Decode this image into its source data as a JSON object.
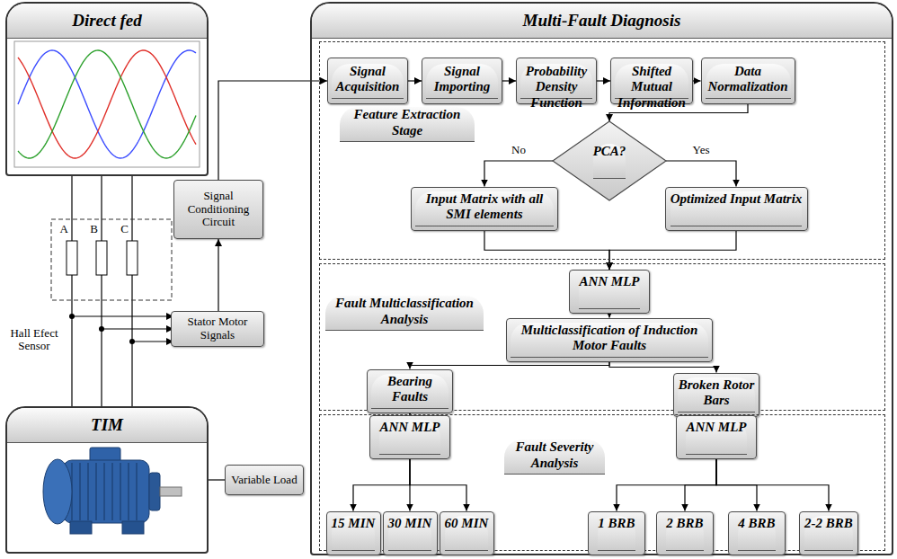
{
  "diagram": {
    "nodes": [
      {
        "text": [
          "Direct fed"
        ]
      },
      {
        "text": [
          "Signal Conditioning Circuit"
        ]
      },
      {
        "text": [
          "Stator Motor Signals"
        ]
      },
      {
        "text": [
          "TIM"
        ]
      },
      {
        "text": [
          "Variable Load"
        ]
      },
      {
        "text": [
          "Multi-Fault Diagnosis"
        ]
      },
      {
        "text": [
          "Feature Extraction Stage"
        ],
        "in": 5
      },
      {
        "text": [
          "Signal Acquisition"
        ],
        "in": 6
      },
      {
        "text": [
          "Signal Importing"
        ],
        "in": 6
      },
      {
        "text": [
          "Probability Density Function"
        ],
        "in": 6
      },
      {
        "text": [
          "Shifted Mutual Information"
        ],
        "in": 6
      },
      {
        "text": [
          "Data Normalization"
        ],
        "in": 6
      },
      {
        "text": [
          "PCA?"
        ],
        "in": 6
      },
      {
        "text": [
          "Input Matrix with all SMI elements"
        ],
        "in": 6
      },
      {
        "text": [
          "Optimized Input Matrix"
        ],
        "in": 6
      },
      {
        "text": [
          "Fault Multiclassification Analysis"
        ],
        "in": 5
      },
      {
        "text": [
          "ANN MLP"
        ],
        "in": 15
      },
      {
        "text": [
          "Multiclassification of Induction Motor Faults"
        ],
        "in": 15
      },
      {
        "text": [
          "Bearing Faults"
        ],
        "in": 15
      },
      {
        "text": [
          "Broken Rotor Bars"
        ],
        "in": 15
      },
      {
        "text": [
          "Fault Severity Analysis"
        ],
        "in": 5
      },
      {
        "text": [
          "ANN MLP"
        ],
        "in": 20
      },
      {
        "text": [
          "ANN MLP"
        ],
        "in": 20
      },
      {
        "text": [
          "15 MIN"
        ],
        "in": 20
      },
      {
        "text": [
          "30 MIN"
        ],
        "in": 20
      },
      {
        "text": [
          "60 MIN"
        ],
        "in": 20
      },
      {
        "text": [
          "1 BRB"
        ],
        "in": 20
      },
      {
        "text": [
          "2 BRB"
        ],
        "in": 20
      },
      {
        "text": [
          "4 BRB"
        ],
        "in": 20
      },
      {
        "text": [
          "2-2 BRB"
        ],
        "in": 20
      }
    ],
    "edges": [
      {
        "from": 0,
        "to": 3,
        "arrow": "none"
      },
      {
        "from": 0,
        "to": 3,
        "arrow": "none"
      },
      {
        "from": 0,
        "to": 3,
        "arrow": "none"
      },
      {
        "from": 2,
        "to": 1,
        "arrow": "to"
      },
      {
        "from": 1,
        "to": 7,
        "arrow": "to"
      },
      {
        "from": 3,
        "to": 4,
        "arrow": "none"
      },
      {
        "from": 7,
        "to": 8,
        "arrow": "to"
      },
      {
        "from": 8,
        "to": 9,
        "arrow": "to"
      },
      {
        "from": 9,
        "to": 10,
        "arrow": "to"
      },
      {
        "from": 10,
        "to": 11,
        "arrow": "to"
      },
      {
        "from": 11,
        "to": 12,
        "arrow": "to"
      },
      {
        "from": 12,
        "to": 13,
        "label": "No",
        "arrow": "to"
      },
      {
        "from": 12,
        "to": 14,
        "label": "Yes",
        "arrow": "to"
      },
      {
        "from": 13,
        "to": 16,
        "arrow": "to"
      },
      {
        "from": 14,
        "to": 16,
        "arrow": "to"
      },
      {
        "from": 16,
        "to": 17,
        "arrow": "to"
      },
      {
        "from": 17,
        "to": 18,
        "arrow": "to"
      },
      {
        "from": 17,
        "to": 19,
        "arrow": "to"
      },
      {
        "from": 18,
        "to": 21,
        "arrow": "to"
      },
      {
        "from": 19,
        "to": 22,
        "arrow": "to"
      },
      {
        "from": 21,
        "to": 23,
        "arrow": "to"
      },
      {
        "from": 21,
        "to": 24,
        "arrow": "to"
      },
      {
        "from": 21,
        "to": 25,
        "arrow": "to"
      },
      {
        "from": 22,
        "to": 26,
        "arrow": "to"
      },
      {
        "from": 22,
        "to": 27,
        "arrow": "to"
      },
      {
        "from": 22,
        "to": 28,
        "arrow": "to"
      },
      {
        "from": 22,
        "to": 29,
        "arrow": "to"
      }
    ],
    "labels": [
      "A",
      "B",
      "C",
      "Hall Efect Sensor"
    ]
  }
}
